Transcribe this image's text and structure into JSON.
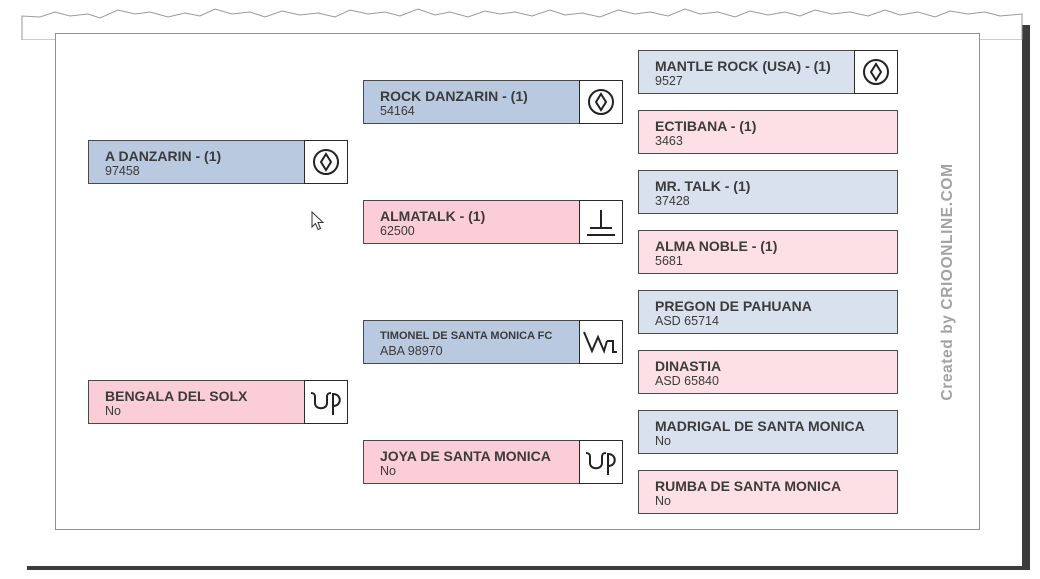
{
  "watermark": "Created by  CRIOONLINE.COM",
  "colors": {
    "sire_dark": "#b8c9e0",
    "sire_light": "#d9e1ef",
    "dam_dark": "#fbcdd6",
    "dam_light": "#fde0e5"
  },
  "pedigree": {
    "sire": {
      "name": "A DANZARIN - (1)",
      "reg": "97458",
      "brand_icon": "diamond-circle-brand-icon"
    },
    "dam": {
      "name": "BENGALA DEL SOLX",
      "reg": "No",
      "brand_icon": "cup-p-brand-icon"
    },
    "sire_sire": {
      "name": "ROCK DANZARIN - (1)",
      "reg": "54164",
      "brand_icon": "diamond-circle-brand-icon"
    },
    "sire_dam": {
      "name": "ALMATALK - (1)",
      "reg": "62500",
      "brand_icon": "inverted-t-brand-icon"
    },
    "dam_sire": {
      "name": "TIMONEL DE SANTA MONICA FC",
      "reg": "ABA 98970",
      "brand_icon": "wave-hook-brand-icon"
    },
    "dam_dam": {
      "name": "JOYA DE SANTA MONICA",
      "reg": "No",
      "brand_icon": "cup-p-brand-icon"
    },
    "ggp": [
      {
        "name": "MANTLE ROCK (USA) - (1)",
        "reg": "9527",
        "brand_icon": "diamond-circle-brand-icon"
      },
      {
        "name": "ECTIBANA - (1)",
        "reg": "3463"
      },
      {
        "name": "MR. TALK - (1)",
        "reg": "37428"
      },
      {
        "name": "ALMA NOBLE - (1)",
        "reg": "5681"
      },
      {
        "name": "PREGON DE PAHUANA",
        "reg": "ASD 65714"
      },
      {
        "name": "DINASTIA",
        "reg": "ASD 65840"
      },
      {
        "name": "MADRIGAL DE SANTA MONICA",
        "reg": "No"
      },
      {
        "name": "RUMBA DE SANTA MONICA",
        "reg": "No"
      }
    ]
  }
}
